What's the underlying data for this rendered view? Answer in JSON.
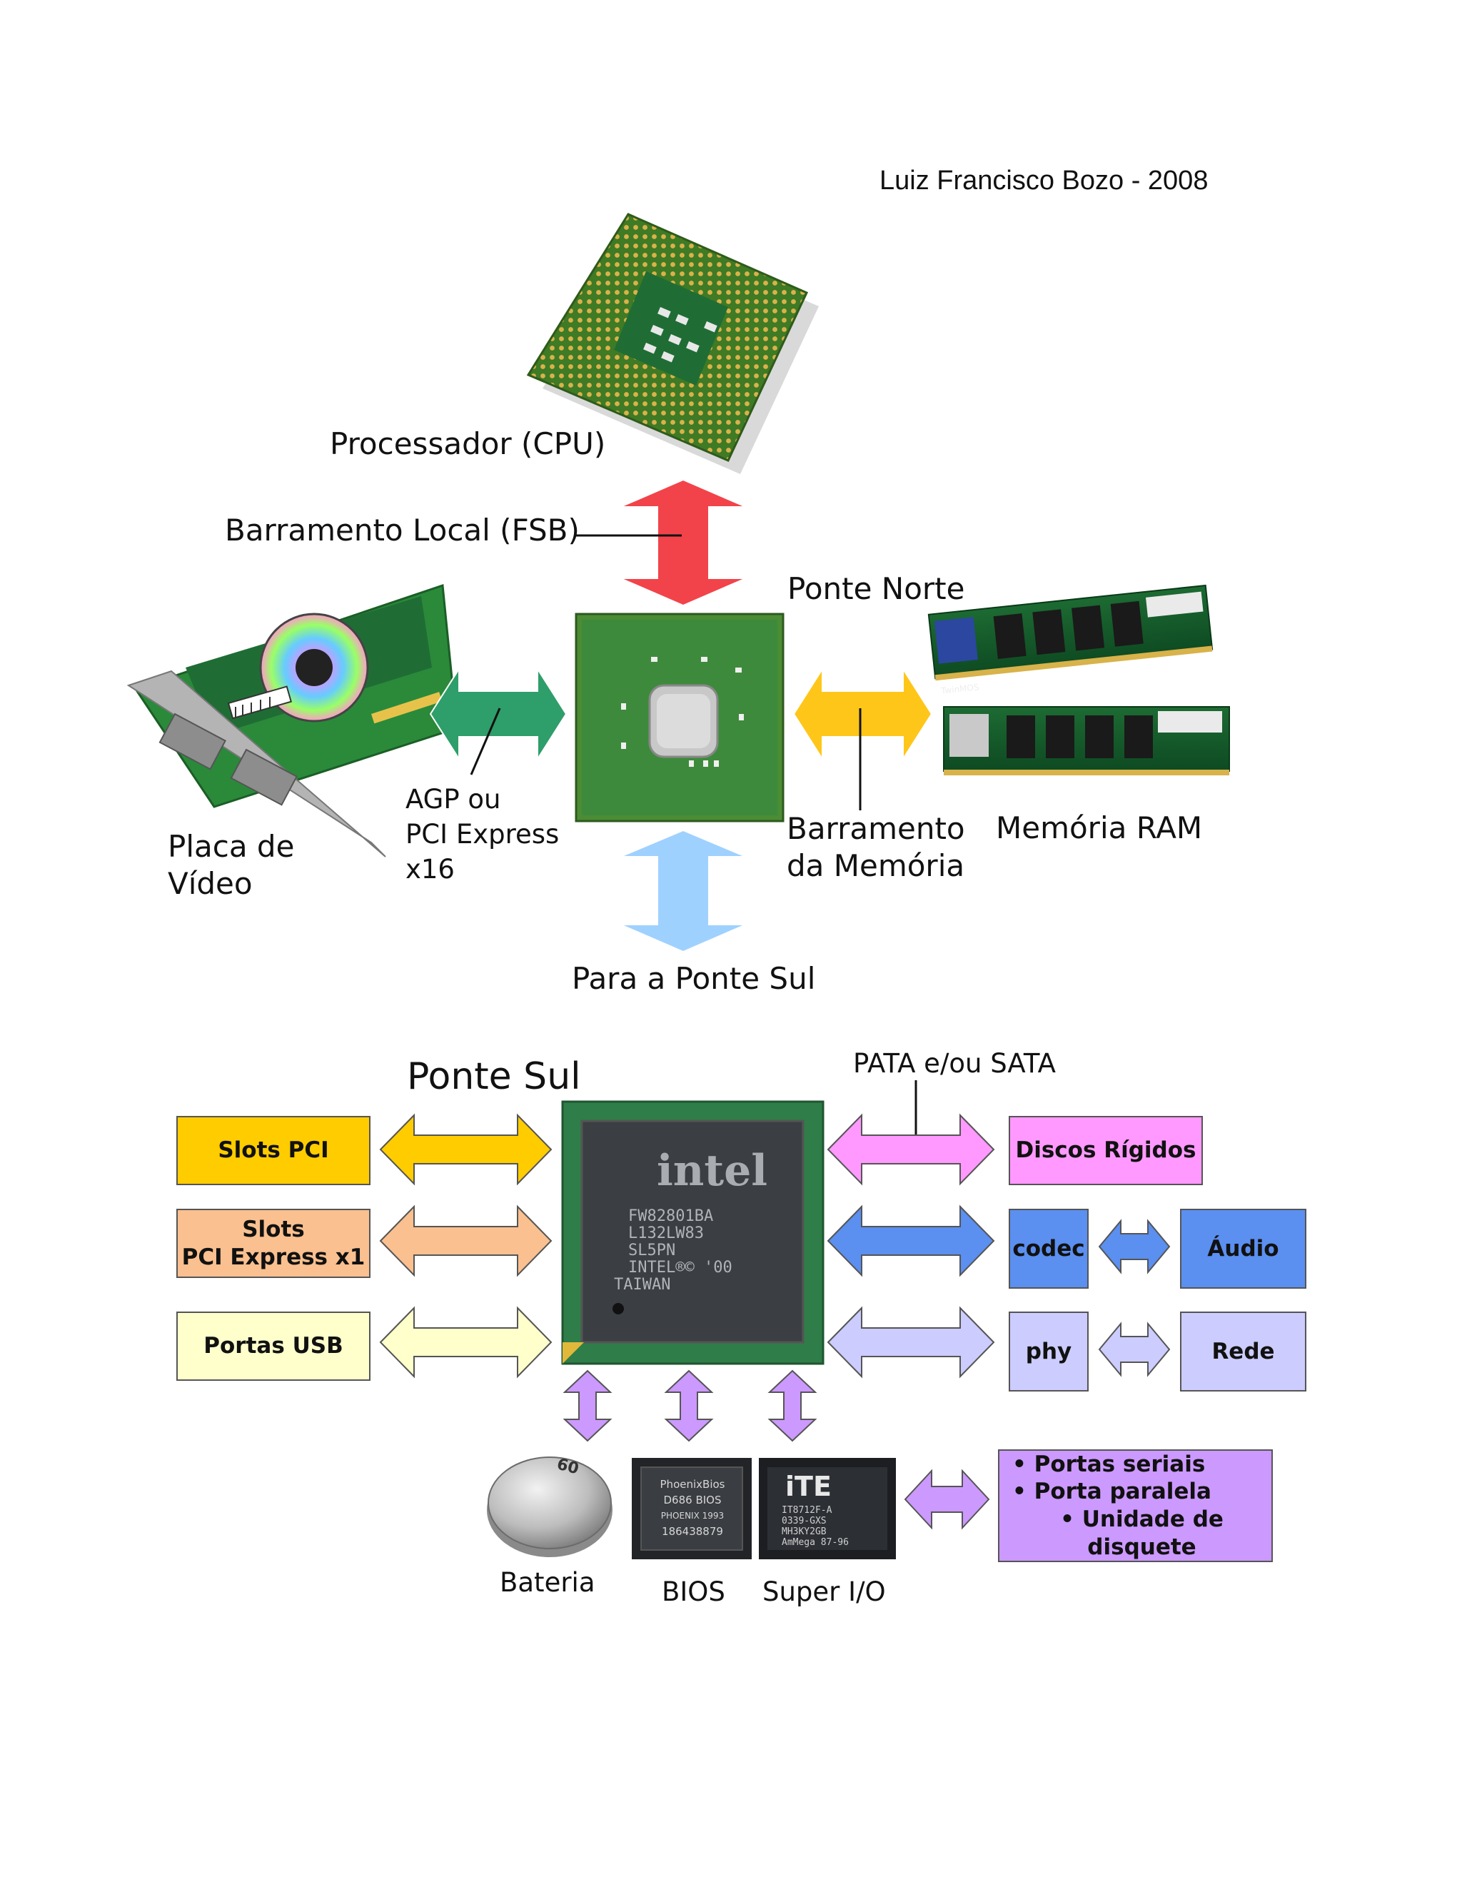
{
  "author": "Luiz Francisco Bozo - 2008",
  "north": {
    "cpu_label": "Processador (CPU)",
    "fsb_label": "Barramento Local (FSB)",
    "northbridge_label": "Ponte Norte",
    "video_label": [
      "Placa de",
      "Vídeo"
    ],
    "agp_label": [
      "AGP ou",
      "PCI Express",
      "x16"
    ],
    "memory_bus_label": [
      "Barramento",
      "da Memória"
    ],
    "ram_label": "Memória RAM",
    "to_south_label": "Para a Ponte Sul",
    "chip_marks": {
      "ram_brand": "TwinMOS"
    }
  },
  "south": {
    "southbridge_label": "Ponte Sul",
    "pata_label": "PATA e/ou SATA",
    "slots_pci": "Slots PCI",
    "slots_pcie": [
      "Slots",
      "PCI Express x1"
    ],
    "usb": "Portas USB",
    "hdd": "Discos Rígidos",
    "codec": "codec",
    "audio": "Áudio",
    "phy": "phy",
    "network": "Rede",
    "battery_label": "Bateria",
    "bios_label": "BIOS",
    "superio_label": "Super I/O",
    "superio_items": [
      "Portas seriais",
      "Porta paralela",
      "Unidade de disquete"
    ],
    "chip_marks": {
      "intel_logo": "intel",
      "sb_lines": [
        "FW82801BA",
        "L132LW83",
        "SL5PN",
        "INTEL®© '00",
        "TAIWAN"
      ],
      "battery_mark": "60",
      "bios_lines": [
        "PhoenixBios",
        "D686 BIOS",
        "PHOENIX 1993",
        "186438879"
      ],
      "ite_logo": "iTE",
      "ite_lines": [
        "IT8712F-A",
        "0339-GXS",
        "MH3KY2GB",
        "AmMega 87-96"
      ]
    }
  },
  "colors": {
    "fsb_arrow": "#f2434a",
    "agp_arrow": "#2e9e6a",
    "mem_arrow": "#ffc61a",
    "south_arrow": "#9fd1ff",
    "pci": "#ffcc00",
    "pcie": "#fac08f",
    "usb": "#ffffcc",
    "pata": "#ff99ff",
    "audio": "#5b8ff0",
    "net": "#ccccff",
    "superio": "#cc99ff"
  }
}
